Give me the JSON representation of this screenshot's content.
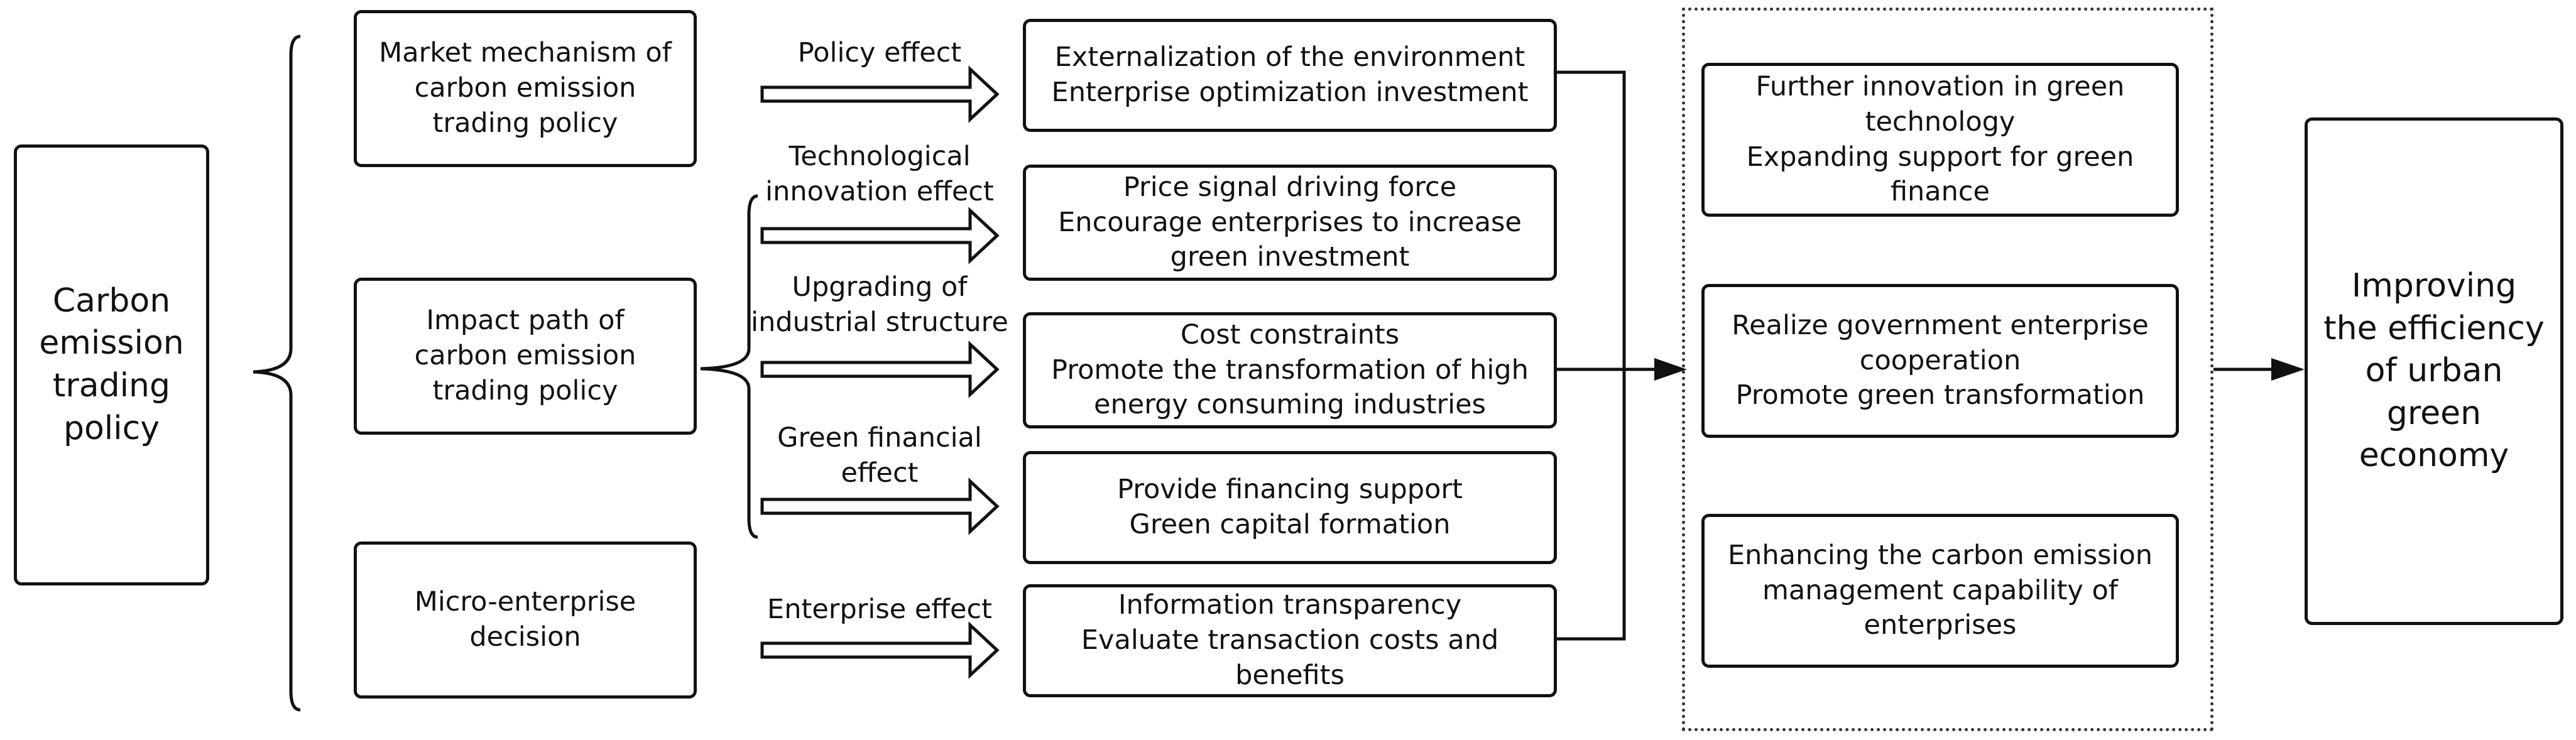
{
  "diagram": {
    "source": {
      "lines": [
        "Carbon",
        "emission",
        "trading",
        "policy"
      ]
    },
    "categories": [
      {
        "id": "market",
        "lines": [
          "Market mechanism of",
          "carbon emission",
          "trading policy"
        ]
      },
      {
        "id": "impact",
        "lines": [
          "Impact path of",
          "carbon emission",
          "trading policy"
        ]
      },
      {
        "id": "micro",
        "lines": [
          "Micro-enterprise",
          "decision"
        ]
      }
    ],
    "effects": [
      {
        "id": "policy",
        "lines": [
          "Policy effect"
        ]
      },
      {
        "id": "technology",
        "lines": [
          "Technological",
          "innovation effect"
        ]
      },
      {
        "id": "industry",
        "lines": [
          "Upgrading of",
          "industrial structure"
        ]
      },
      {
        "id": "finance",
        "lines": [
          "Green financial",
          "effect"
        ]
      },
      {
        "id": "enterprise",
        "lines": [
          "Enterprise effect"
        ]
      }
    ],
    "mechanisms": [
      {
        "id": "environment",
        "lines": [
          "Externalization of the environment",
          "Enterprise optimization investment"
        ]
      },
      {
        "id": "price",
        "lines": [
          "Price signal driving force",
          "Encourage enterprises to increase",
          "green investment"
        ]
      },
      {
        "id": "cost",
        "lines": [
          "Cost constraints",
          "Promote the transformation of high",
          "energy consuming industries"
        ]
      },
      {
        "id": "financing",
        "lines": [
          "Provide financing support",
          "Green capital formation"
        ]
      },
      {
        "id": "information",
        "lines": [
          "Information transparency",
          "Evaluate transaction costs and",
          "benefits"
        ]
      }
    ],
    "outcomes": [
      {
        "id": "innovation",
        "lines": [
          "Further innovation in green",
          "technology",
          "Expanding support for green",
          "finance"
        ]
      },
      {
        "id": "cooperation",
        "lines": [
          "Realize government enterprise",
          "cooperation",
          "Promote green transformation"
        ]
      },
      {
        "id": "management",
        "lines": [
          "Enhancing the carbon emission",
          "management capability of",
          "enterprises"
        ]
      }
    ],
    "result": {
      "lines": [
        "Improving",
        "the efficiency",
        "of urban",
        "green",
        "economy"
      ]
    }
  }
}
